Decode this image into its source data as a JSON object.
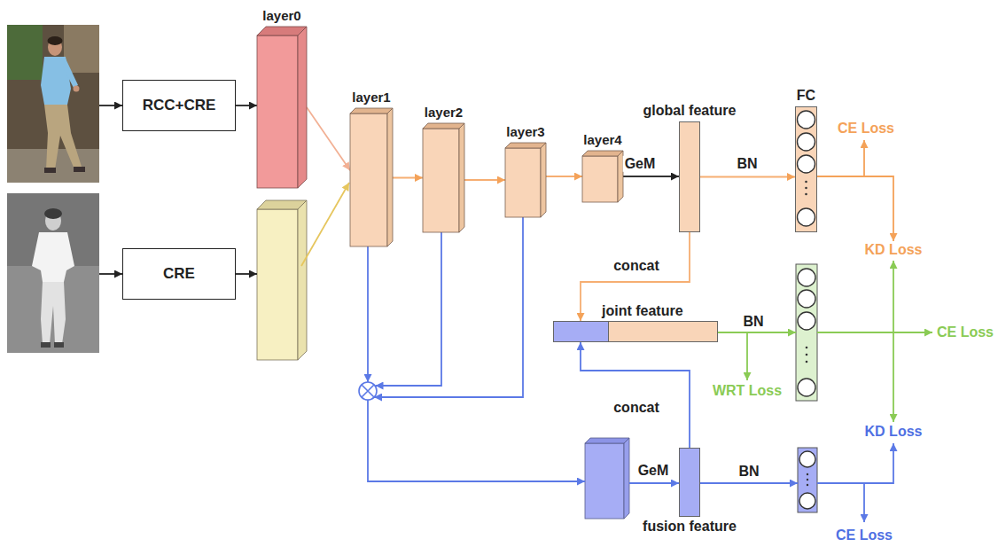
{
  "diagram": {
    "nodes": [
      {
        "text": [
          "RCC+CRE"
        ]
      },
      {
        "text": [
          "CRE"
        ]
      },
      {
        "text": [
          "layer0"
        ]
      },
      {
        "text": [
          "layer1"
        ]
      },
      {
        "text": [
          "layer2"
        ]
      },
      {
        "text": [
          "layer3"
        ]
      },
      {
        "text": [
          "layer4"
        ]
      },
      {
        "text": [
          "global feature"
        ]
      },
      {
        "text": [
          "FC"
        ]
      },
      {
        "text": [
          "joint feature"
        ]
      },
      {
        "text": [
          "fusion feature"
        ]
      }
    ],
    "edges": [
      {
        "from": 0,
        "to": 2,
        "arrow": "to"
      },
      {
        "from": 2,
        "to": 3,
        "arrow": "to"
      },
      {
        "from": 3,
        "to": 4,
        "arrow": "to"
      },
      {
        "from": 4,
        "to": 5,
        "arrow": "to"
      },
      {
        "from": 5,
        "to": 6,
        "arrow": "to"
      },
      {
        "from": 6,
        "to": 7,
        "label": "GeM",
        "arrow": "to"
      },
      {
        "from": 7,
        "to": 8,
        "label": "BN",
        "arrow": "to"
      },
      {
        "from": 7,
        "to": 9,
        "label": "concat",
        "arrow": "to"
      },
      {
        "from": 10,
        "to": 9,
        "label": "concat",
        "arrow": "to"
      }
    ],
    "labels": [
      "CE Loss",
      "KD Loss",
      "BN",
      "WRT Loss",
      "CE Loss",
      "KD Loss",
      "GeM",
      "BN",
      "CE Loss"
    ]
  }
}
